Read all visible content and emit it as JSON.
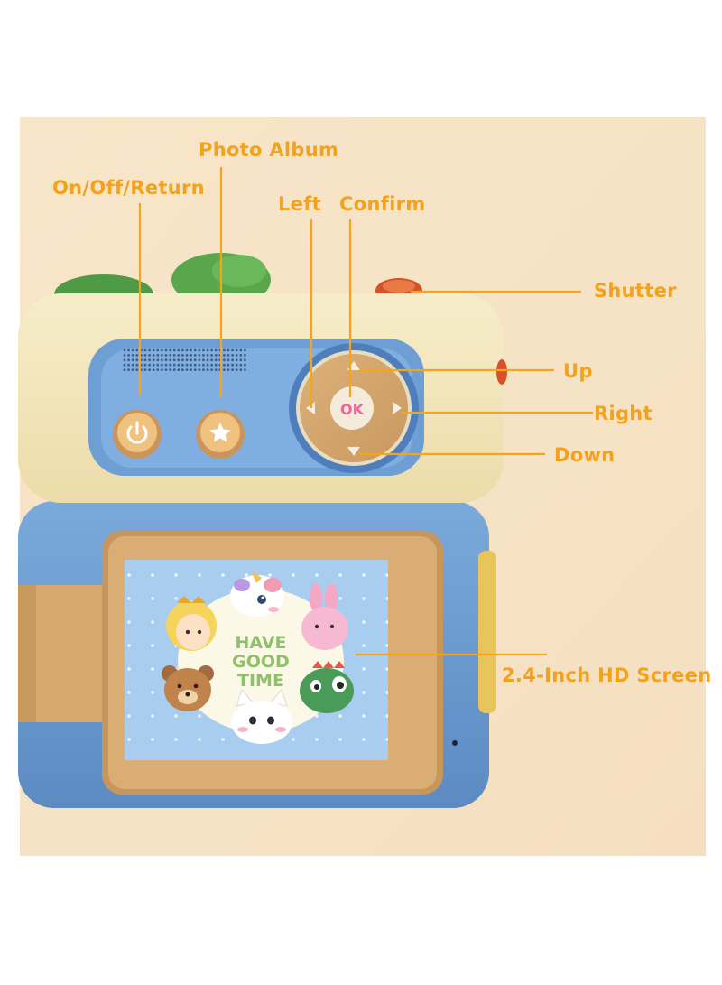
{
  "colors": {
    "label": "#f2a21c",
    "line": "#f4a51c",
    "background": "#f7e4c8",
    "camera_cream": "#f3e9c0",
    "camera_blue": "#6f9fd4",
    "panel_tan": "#d4a872",
    "screen_blue": "#a9cdee",
    "ok_text": "#e86a9a"
  },
  "callouts": {
    "photo_album": "Photo Album",
    "on_off_return": "On/Off/Return",
    "left": "Left",
    "confirm": "Confirm",
    "shutter": "Shutter",
    "up": "Up",
    "right": "Right",
    "down": "Down",
    "screen": "2.4-Inch HD Screen"
  },
  "camera": {
    "ok_label": "OK",
    "screen_text": [
      "HAVE",
      "GOOD",
      "TIME"
    ],
    "power_icon": "power-icon",
    "album_icon": "star-icon"
  }
}
